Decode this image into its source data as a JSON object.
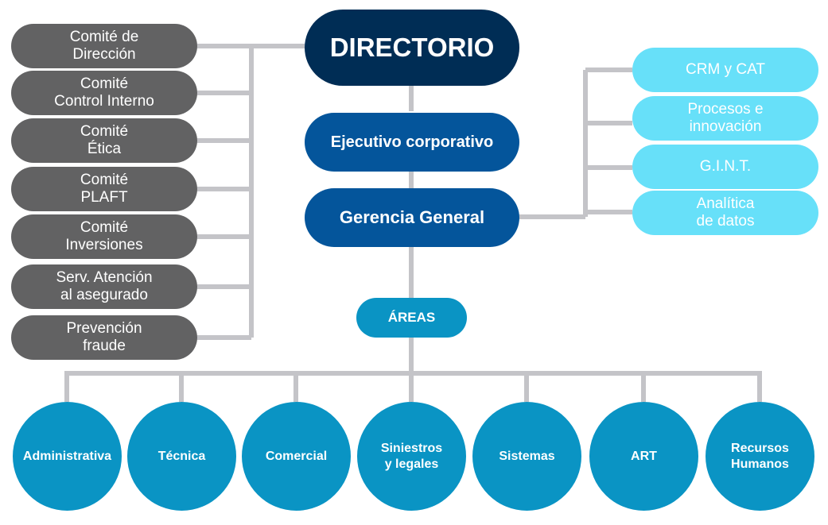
{
  "top": {
    "directorio": "DIRECTORIO",
    "ejecutivo": "Ejecutivo corporativo",
    "gerencia": "Gerencia General"
  },
  "committees": [
    "Comité de\nDirección",
    "Comité\nControl Interno",
    "Comité\nÉtica",
    "Comité\nPLAFT",
    "Comité\nInversiones",
    "Serv. Atención\nal asegurado",
    "Prevención\nfraude"
  ],
  "side_units": [
    "CRM y CAT",
    "Procesos e\ninnovación",
    "G.I.N.T.",
    "Analítica\nde datos"
  ],
  "areas_label": "ÁREAS",
  "areas": [
    "Administrativa",
    "Técnica",
    "Comercial",
    "Siniestros\ny legales",
    "Sistemas",
    "ART",
    "Recursos\nHumanos"
  ],
  "colors": {
    "directorio": "#002d55",
    "mid": "#04559b",
    "committee": "#626263",
    "side": "#67e0f9",
    "areas_pill": "#0a94c4",
    "circle": "#0a94c4",
    "connector": "#c4c4c8"
  }
}
